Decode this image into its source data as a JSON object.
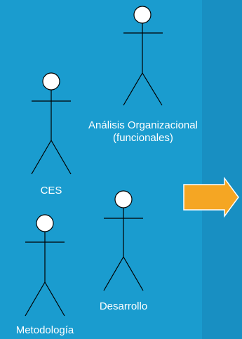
{
  "actors": {
    "analisis": {
      "label_line1": "Análisis Organizacional",
      "label_line2": "(funcionales)"
    },
    "ces": {
      "label": "CES"
    },
    "desarrollo": {
      "label": "Desarrollo"
    },
    "metodologia": {
      "label": "Metodología"
    }
  },
  "colors": {
    "background": "#1a9ccf",
    "background_right": "#188fc2",
    "arrow_fill": "#f5a623",
    "arrow_stroke": "#ffffff",
    "figure_fill": "#ffffff",
    "figure_stroke": "#000000"
  }
}
